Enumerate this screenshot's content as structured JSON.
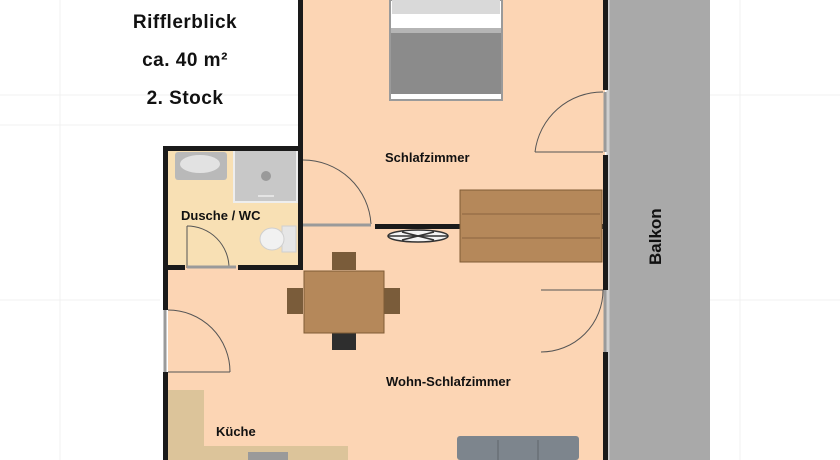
{
  "header": {
    "name": "Rifflerblick",
    "area": "ca. 40 m²",
    "floor": "2. Stock"
  },
  "rooms": {
    "bedroom": "Schlafzimmer",
    "bathroom": "Dusche / WC",
    "living": "Wohn-Schlafzimmer",
    "kitchen": "Küche",
    "balcony": "Balkon"
  },
  "colors": {
    "floor": "#fcd5b4",
    "bath_floor": "#f8e0b4",
    "wall": "#1a1a1a",
    "balcony": "#a9a9a9",
    "furniture": "#b5885a"
  }
}
